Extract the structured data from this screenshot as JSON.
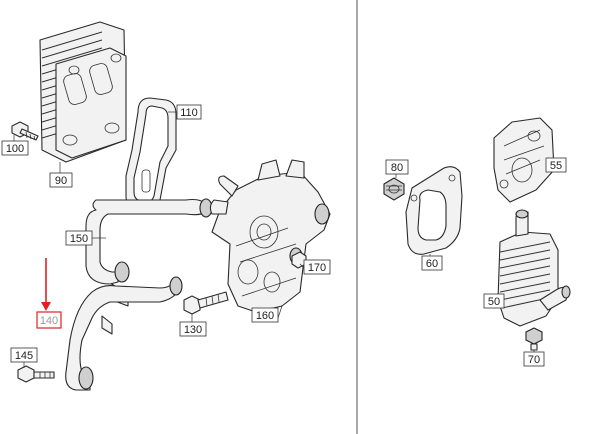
{
  "diagram": {
    "callouts": {
      "c90": "90",
      "c100": "100",
      "c110": "110",
      "c150": "150",
      "c140": "140",
      "c145": "145",
      "c130": "130",
      "c160": "160",
      "c170": "170",
      "c80": "80",
      "c60": "60",
      "c55": "55",
      "c50": "50",
      "c70": "70"
    },
    "highlight_color": "#e02020",
    "highlighted_callout": "140"
  }
}
